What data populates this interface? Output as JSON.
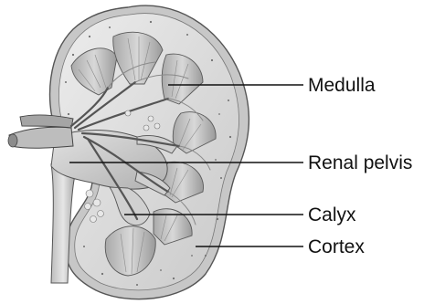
{
  "labels": {
    "medulla": "Medulla",
    "renal_pelvis": "Renal pelvis",
    "calyx": "Calyx",
    "cortex": "Cortex"
  },
  "colors": {
    "ink": "#111111",
    "tissue_light": "#d9d9d9",
    "tissue_mid": "#b8b8b8",
    "tissue_dark": "#8f8f8f",
    "capsule": "#c4c4c4",
    "background": "#ffffff"
  }
}
